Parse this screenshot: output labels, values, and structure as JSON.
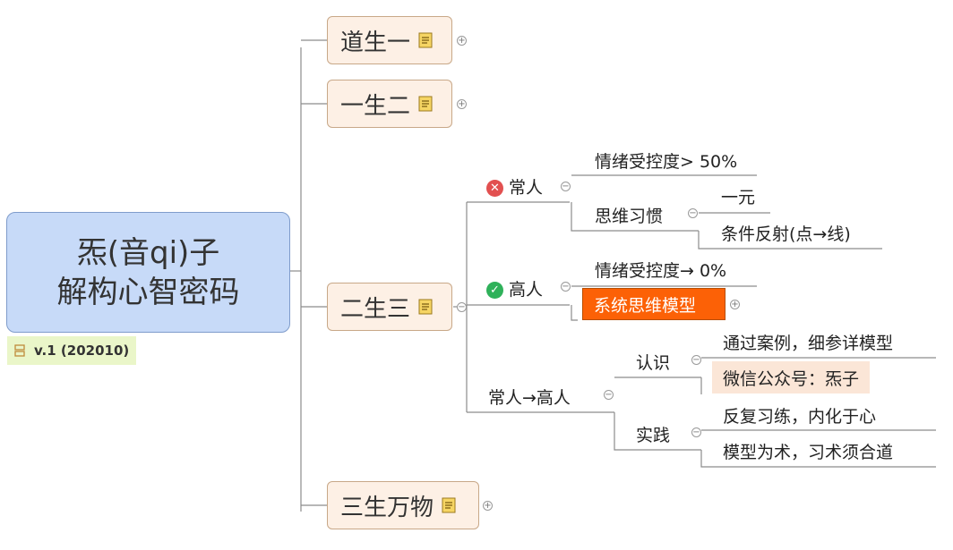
{
  "root": {
    "line1": "炁(音qi)子",
    "line2": "解构心智密码"
  },
  "badge": {
    "label": "v.1 (202010)",
    "icon": "version-icon"
  },
  "level1": [
    {
      "label": "道生一",
      "icon": "note-icon",
      "toggle": "+"
    },
    {
      "label": "一生二",
      "icon": "note-icon",
      "toggle": "+"
    },
    {
      "label": "二生三",
      "icon": "note-icon",
      "toggle": "−"
    },
    {
      "label": "三生万物",
      "icon": "note-icon",
      "toggle": "+"
    }
  ],
  "branch_changren": {
    "label": "常人",
    "marker": "cross-icon",
    "toggle": "−",
    "item_emotion": "情绪受控度> 50%",
    "item_thinking": {
      "label": "思维习惯",
      "toggle": "−",
      "children": [
        "一元",
        "条件反射(点→线)"
      ]
    }
  },
  "branch_gaoren": {
    "label": "高人",
    "marker": "check-icon",
    "toggle": "−",
    "item_emotion": "情绪受控度→ 0%",
    "item_model": {
      "label": "系统思维模型",
      "toggle": "+",
      "color": "#fc6106"
    }
  },
  "branch_transition": {
    "label": "常人→高人",
    "toggle": "−",
    "renshi": {
      "label": "认识",
      "toggle": "−",
      "children": [
        "通过案例，细参详模型",
        "微信公众号：炁子"
      ]
    },
    "shijian": {
      "label": "实践",
      "toggle": "−",
      "children": [
        "反复习练，内化于心",
        "模型为术，习术须合道"
      ]
    }
  },
  "colors": {
    "root_fill": "#c7daf8",
    "topic_fill": "#fdf0e5",
    "highlight": "#fc6106",
    "badge_fill": "#eaf6c9"
  }
}
